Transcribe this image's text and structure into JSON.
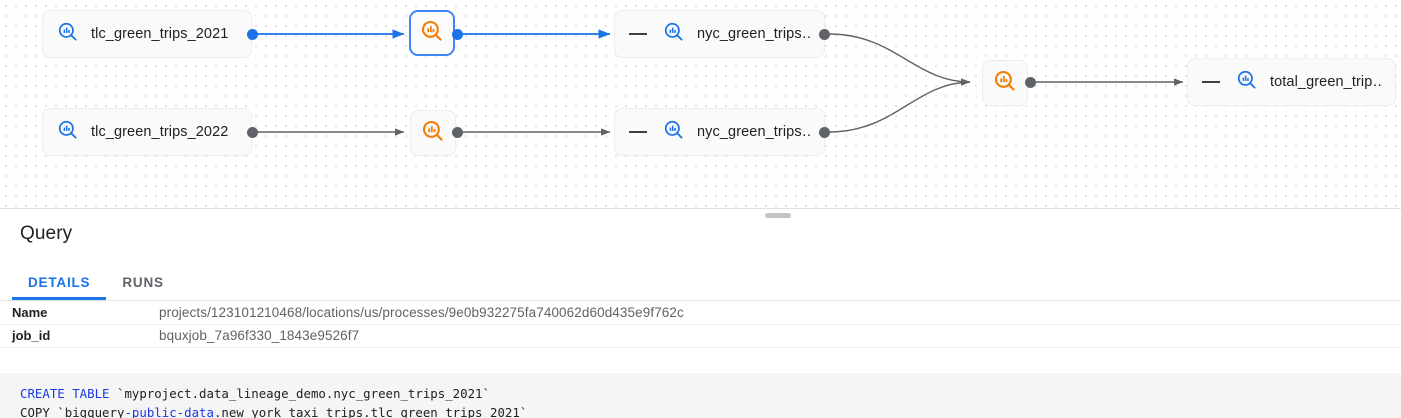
{
  "graph": {
    "nodes": [
      {
        "id": "tlc2021",
        "kind": "table",
        "label": "tlc_green_trips_2021",
        "icon": "magnifier-chart-icon",
        "selected": false,
        "collapse_icon": false
      },
      {
        "id": "tlc2022",
        "kind": "table",
        "label": "tlc_green_trips_2022",
        "icon": "magnifier-chart-icon",
        "selected": false,
        "collapse_icon": false
      },
      {
        "id": "proc_top",
        "kind": "process",
        "label": "",
        "icon": "magnifier-chart-icon-orange",
        "selected": true,
        "collapse_icon": false
      },
      {
        "id": "proc_bot",
        "kind": "process",
        "label": "",
        "icon": "magnifier-chart-icon-orange",
        "selected": false,
        "collapse_icon": false
      },
      {
        "id": "nyc_top",
        "kind": "table",
        "label": "nyc_green_trips…",
        "icon": "magnifier-chart-icon",
        "selected": false,
        "collapse_icon": true
      },
      {
        "id": "nyc_bot",
        "kind": "table",
        "label": "nyc_green_trips…",
        "icon": "magnifier-chart-icon",
        "selected": false,
        "collapse_icon": true
      },
      {
        "id": "proc_join",
        "kind": "process",
        "label": "",
        "icon": "magnifier-chart-icon-orange",
        "selected": false,
        "collapse_icon": false
      },
      {
        "id": "total",
        "kind": "table",
        "label": "total_green_trip…",
        "icon": "magnifier-chart-icon",
        "selected": false,
        "collapse_icon": true
      }
    ],
    "colors": {
      "edge_highlight": "#1a73e8",
      "edge_default": "#5f6368",
      "node_selected_border": "#4285f4",
      "process_icon": "#f57c00",
      "table_icon": "#1a73e8"
    }
  },
  "panel": {
    "title": "Query",
    "drag_handle": "panel-resize-handle",
    "tabs": [
      {
        "label": "DETAILS",
        "active": true
      },
      {
        "label": "RUNS",
        "active": false
      }
    ],
    "fields": [
      {
        "key": "Name",
        "value": "projects/123101210468/locations/us/processes/9e0b932275fa740062d60d435e9f762c"
      },
      {
        "key": "job_id",
        "value": "bquxjob_7a96f330_1843e9526f7"
      }
    ],
    "sql": {
      "line1_kw": "CREATE TABLE",
      "line1_rest": " `myproject.data_lineage_demo.nyc_green_trips_2021`",
      "line2_pre": "COPY `bigquery",
      "line2_kw": "-public-data",
      "line2_rest": ".new_york_taxi_trips.tlc_green_trips_2021`"
    }
  }
}
